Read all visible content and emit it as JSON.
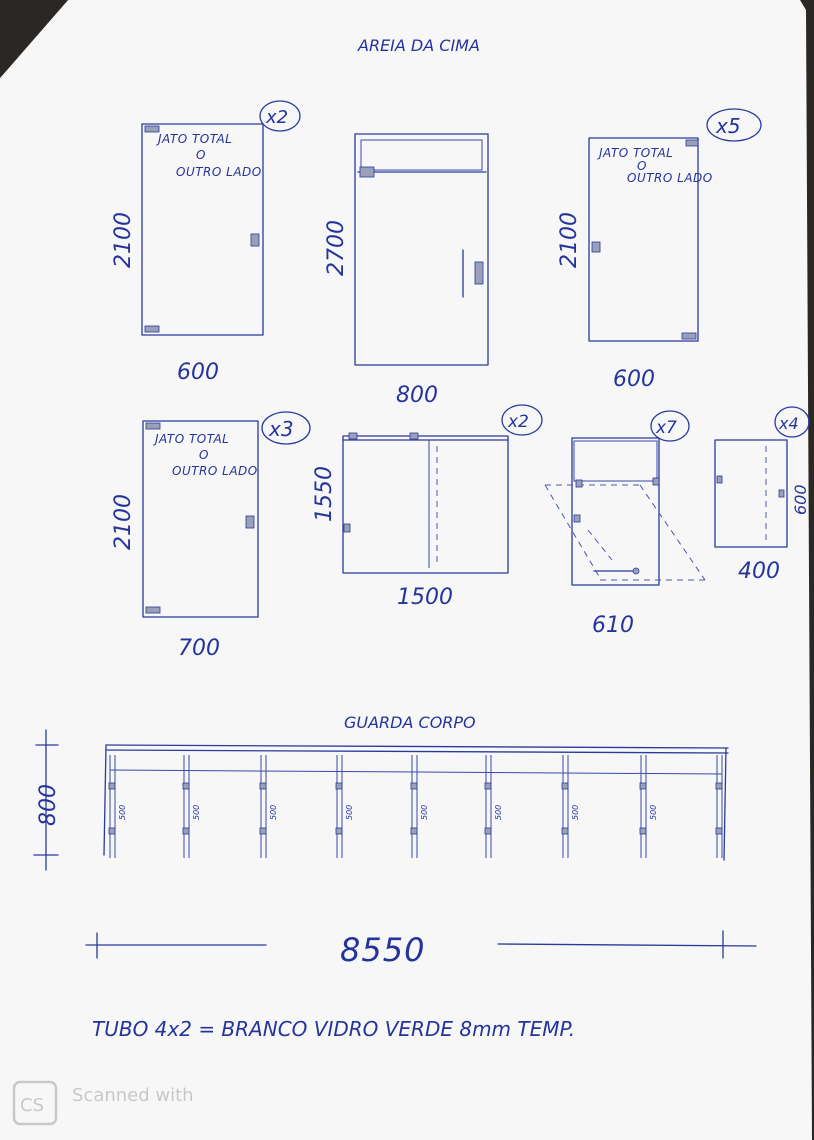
{
  "colors": {
    "paper": "#f7f7f8",
    "ink": "#2a3a9c",
    "background": "#2b2724"
  },
  "title": "AREIA DA CIMA",
  "pieces": [
    {
      "id": "p1",
      "note_line1": "JATO TOTAL",
      "note_line2": "O",
      "note_line3": "OUTRO LADO",
      "qty": "x2",
      "height": "2100",
      "width": "600"
    },
    {
      "id": "p2",
      "height": "2700",
      "width": "800"
    },
    {
      "id": "p3",
      "note_line1": "JATO TOTAL",
      "note_line2": "O",
      "note_line3": "OUTRO LADO",
      "qty": "x5",
      "height": "2100",
      "width": "600"
    },
    {
      "id": "p4",
      "note_line1": "JATO TOTAL",
      "note_line2": "O",
      "note_line3": "OUTRO LADO",
      "qty": "x3",
      "height": "2100",
      "width": "700"
    },
    {
      "id": "p5",
      "qty": "x2",
      "height": "1550",
      "width": "1500"
    },
    {
      "id": "p6",
      "qty": "x7",
      "width": "610"
    },
    {
      "id": "p7",
      "qty": "x4",
      "height": "600",
      "width": "400"
    }
  ],
  "railing": {
    "title": "GUARDA CORPO",
    "height": "800",
    "total_width": "8550",
    "panel_label": "500",
    "panel_labels": [
      "500",
      "500",
      "500",
      "500",
      "500",
      "500",
      "500",
      "500"
    ]
  },
  "footer_note": "TUBO 4x2 = BRANCO VIDRO VERDE 8mm TEMP.",
  "watermark": "Scanned with"
}
